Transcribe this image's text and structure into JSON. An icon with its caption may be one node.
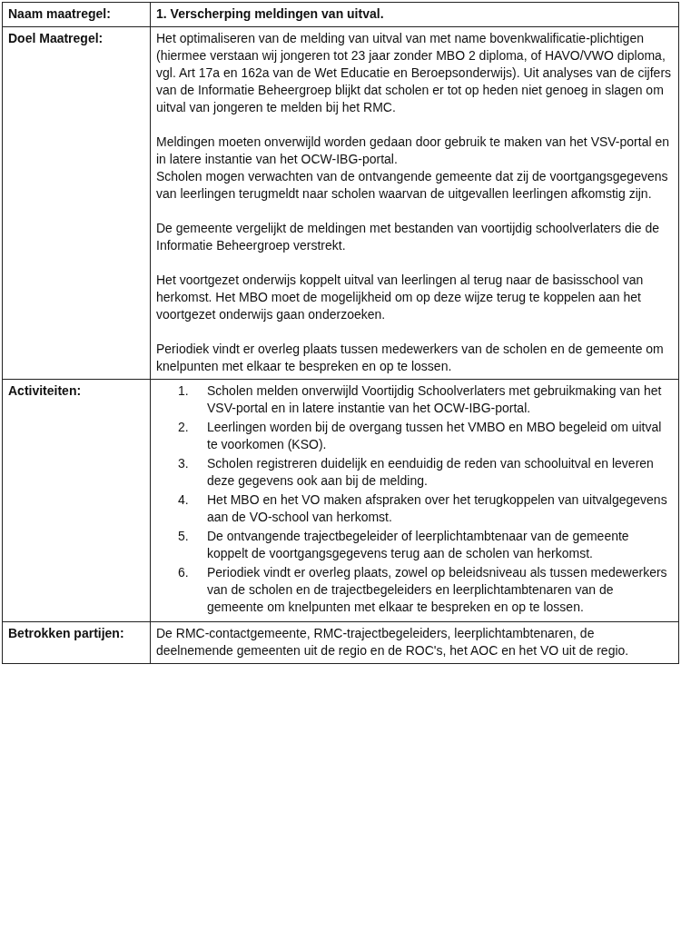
{
  "diagram": {
    "labels": [
      "Naam maatregel:",
      "1. Verscherping meldingen van uitval.",
      "Doel Maatregel:",
      "Het optimaliseren van de melding van uitval van met name bovenkwalificatie-plichtigen (hiermee verstaan wij jongeren tot 23 jaar zonder MBO 2 diploma, of HAVO/VWO diploma, vgl. Art 17a en 162a van de Wet Educatie en Beroepsonderwijs). Uit analyses van de cijfers van de Informatie Beheergroep blijkt dat scholen er tot op heden niet genoeg in slagen om uitval van jongeren te melden bij het RMC.",
      "Meldingen moeten onverwijld worden gedaan door gebruik te maken van het VSV-portal en in latere instantie van het OCW-IBG-portal.",
      "Scholen mogen verwachten van de ontvangende gemeente dat zij de voortgangsgegevens van leerlingen terugmeldt naar scholen waarvan de uitgevallen leerlingen afkomstig zijn.",
      "De gemeente vergelijkt de meldingen met bestanden van voortijdig schoolverlaters die de Informatie Beheergroep verstrekt.",
      "Het voortgezet onderwijs koppelt uitval van leerlingen al terug naar de basisschool van herkomst. Het MBO moet de mogelijkheid om op deze wijze terug te koppelen aan het voortgezet onderwijs gaan onderzoeken.",
      "Periodiek vindt er overleg plaats tussen medewerkers van de scholen en de gemeente om knelpunten met elkaar te bespreken en op te lossen.",
      "Activiteiten:",
      "1.",
      "Scholen melden onverwijld Voortijdig Schoolverlaters met gebruikmaking van het VSV-portal en in latere instantie van het OCW-IBG-portal.",
      "2.",
      "Leerlingen worden bij de overgang tussen het VMBO en MBO begeleid om uitval te voorkomen (KSO).",
      "3.",
      "Scholen registreren duidelijk en eenduidig de reden van schooluitval en leveren deze gegevens ook aan bij de melding.",
      "4.",
      "Het MBO en het VO maken afspraken over het terugkoppelen van uitvalgegevens aan de VO-school van herkomst.",
      "5.",
      "De ontvangende trajectbegeleider of leerplichtambtenaar van de gemeente koppelt de voortgangsgegevens terug aan de scholen van herkomst.",
      "6.",
      "Periodiek vindt er overleg plaats, zowel op beleidsniveau als tussen medewerkers van de scholen en de trajectbegeleiders en leerplichtambtenaren van de gemeente om knelpunten met elkaar te bespreken en op te lossen.",
      "Betrokken partijen:",
      "De RMC-contactgemeente, RMC-trajectbegeleiders, leerplichtambtenaren, de deelnemende gemeenten uit de regio en de ROC's, het AOC en het VO uit de regio."
    ]
  }
}
